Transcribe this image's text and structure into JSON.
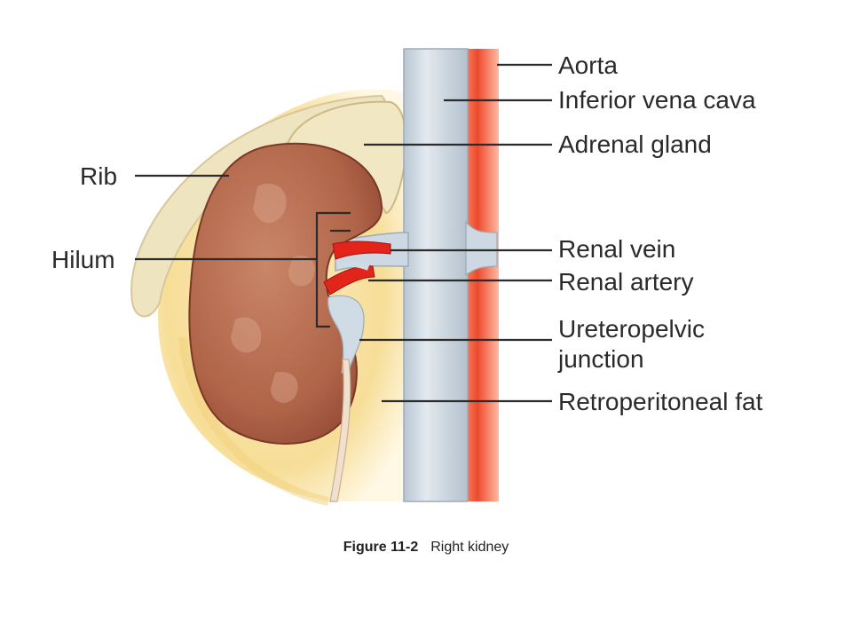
{
  "labels": {
    "aorta": "Aorta",
    "ivc": "Inferior vena cava",
    "adrenal": "Adrenal gland",
    "rib": "Rib",
    "hilum": "Hilum",
    "renal_vein": "Renal vein",
    "renal_artery": "Renal artery",
    "upj_line1": "Ureteropelvic",
    "upj_line2": "junction",
    "fat": "Retroperitoneal fat"
  },
  "caption": {
    "figure_number": "Figure 11-2",
    "title": "Right kidney"
  },
  "colors": {
    "kidney": "#b0674a",
    "fat": "#f6e0a0",
    "vessel": "#cdd8e2",
    "aorta": "#ec4e34",
    "artery": "#e0201a",
    "adrenal": "#f0e6c0"
  }
}
